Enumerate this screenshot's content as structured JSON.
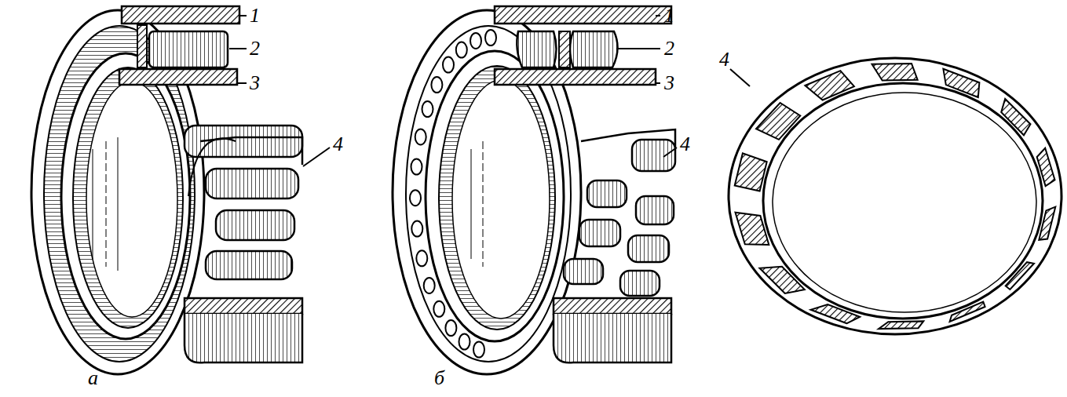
{
  "diagram": {
    "labels": [
      "1",
      "2",
      "3",
      "4",
      "а",
      "1",
      "2",
      "3",
      "4",
      "б",
      "4"
    ]
  }
}
